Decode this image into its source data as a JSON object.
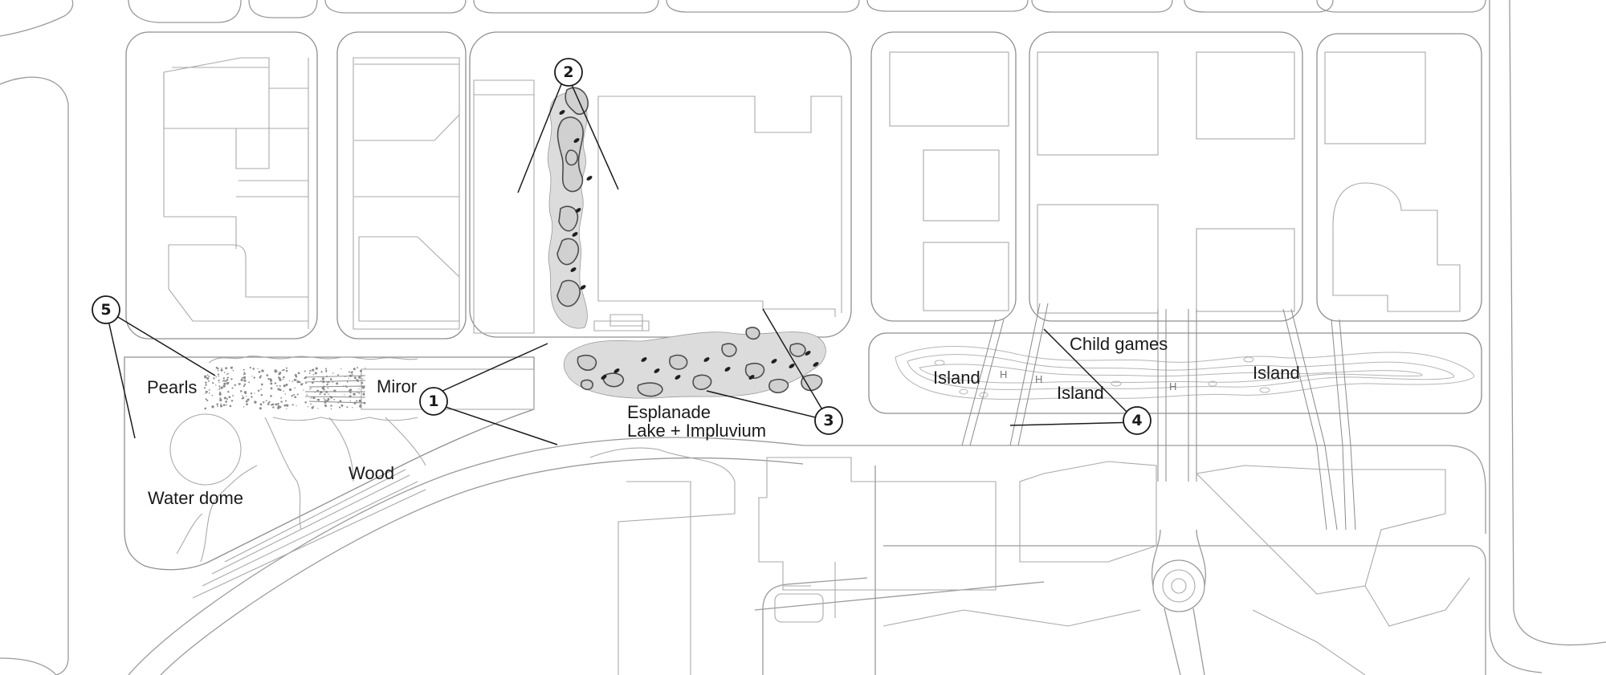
{
  "labels": {
    "pearls": "Pearls",
    "miror": "Miror",
    "water_dome": "Water dome",
    "wood": "Wood",
    "esplanade": "Esplanade",
    "lake_impluvium": "Lake + Impluvium",
    "child_games": "Child games",
    "island_left": "Island",
    "island_middle": "Island",
    "island_right": "Island",
    "h1": "H",
    "h2": "H",
    "h3": "H"
  },
  "markers": [
    "1",
    "2",
    "3",
    "4",
    "5"
  ]
}
